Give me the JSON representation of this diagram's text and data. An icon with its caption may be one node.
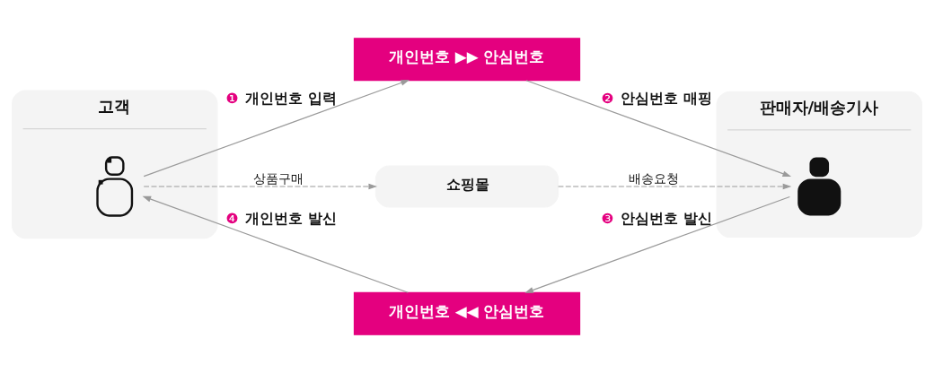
{
  "diagram": {
    "nodes": [
      {
        "text": [
          "고객"
        ]
      },
      {
        "text": [],
        "shape": "person",
        "in": 0
      },
      {
        "text": [
          "개인번호 ▶▶ 안심번호"
        ]
      },
      {
        "text": [
          "쇼핑몰"
        ]
      },
      {
        "text": [
          "개인번호 ◀◀ 안심번호"
        ]
      },
      {
        "text": [
          "판매자/배송기사"
        ]
      },
      {
        "text": [],
        "shape": "person",
        "in": 5
      }
    ],
    "edges": [
      {
        "from": 1,
        "to": 2,
        "arrow": "to",
        "label": "❶ 개인번호 입력"
      },
      {
        "from": 2,
        "to": 6,
        "arrow": "to",
        "label": "❷ 안심번호 매핑"
      },
      {
        "from": 6,
        "to": 4,
        "arrow": "to",
        "label": "❸ 안심번호 발신"
      },
      {
        "from": 4,
        "to": 1,
        "arrow": "to",
        "label": "❹ 개인번호 발신"
      },
      {
        "from": 1,
        "to": 3,
        "arrow": "to",
        "label": "상품구매",
        "style": "dashed"
      },
      {
        "from": 3,
        "to": 6,
        "arrow": "to",
        "label": "배송요청",
        "style": "dashed"
      }
    ]
  }
}
